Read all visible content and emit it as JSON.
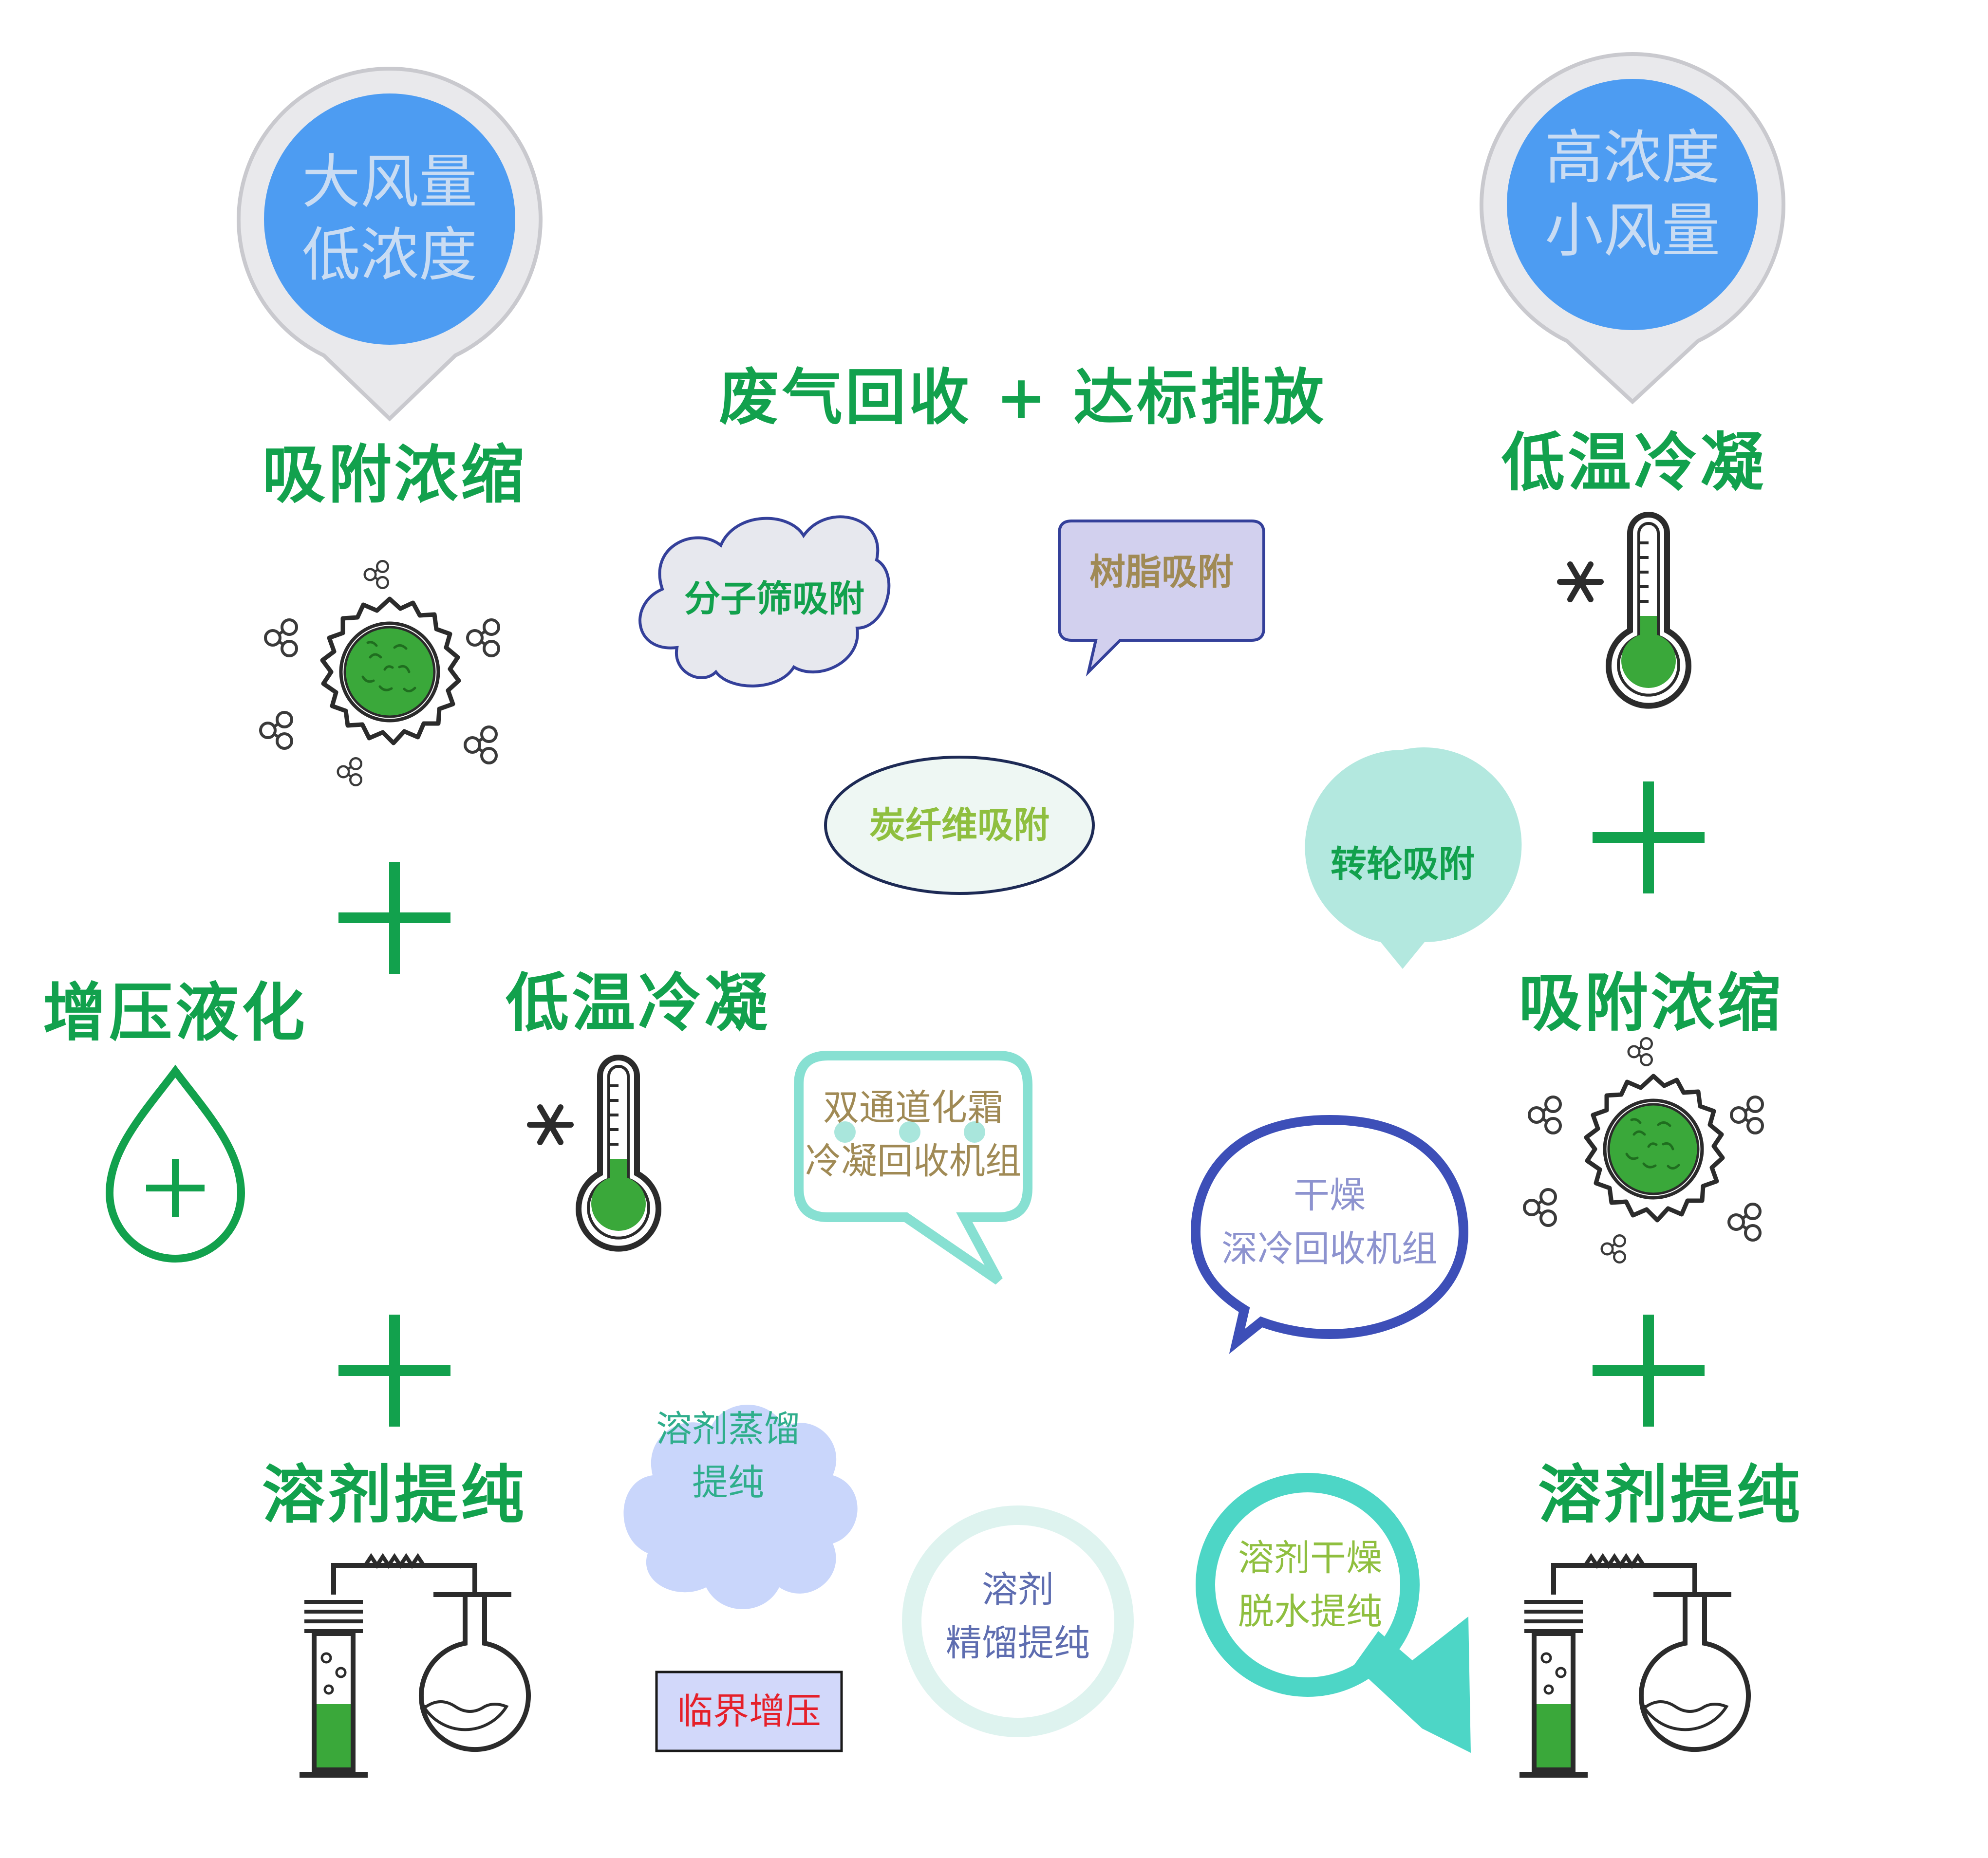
{
  "title": "废气回收 + 达标排放",
  "left_pin": {
    "line1": "大风量",
    "line2": "低浓度"
  },
  "right_pin": {
    "line1": "高浓度",
    "line2": "小风量"
  },
  "left_column": {
    "heading_adsorb": "吸附浓缩",
    "heading_pressurize": "增压液化",
    "heading_condense": "低温冷凝",
    "heading_purify": "溶剂提纯"
  },
  "right_column": {
    "heading_condense": "低温冷凝",
    "heading_adsorb": "吸附浓缩",
    "heading_purify": "溶剂提纯"
  },
  "bubbles": {
    "molecular_sieve": "分子筛吸附",
    "resin": "树脂吸附",
    "carbon_fiber": "炭纤维吸附",
    "rotor": "转轮吸附",
    "dual_channel_line1": "双通道化霜",
    "dual_channel_line2": "冷凝回收机组",
    "dry_line1": "干燥",
    "dry_line2": "深冷回收机组",
    "distill_line1": "溶剂蒸馏",
    "distill_line2": "提纯",
    "rectify_line1": "溶剂",
    "rectify_line2": "精馏提纯",
    "dehydrate_line1": "溶剂干燥",
    "dehydrate_line2": "脱水提纯",
    "critical": "临界增压"
  },
  "colors": {
    "green": "#12a14d",
    "pin_blue": "#4d9cf2",
    "navy": "#34409a",
    "teal": "#4dd6c6",
    "tan": "#a08a55",
    "red": "#e5202a"
  }
}
